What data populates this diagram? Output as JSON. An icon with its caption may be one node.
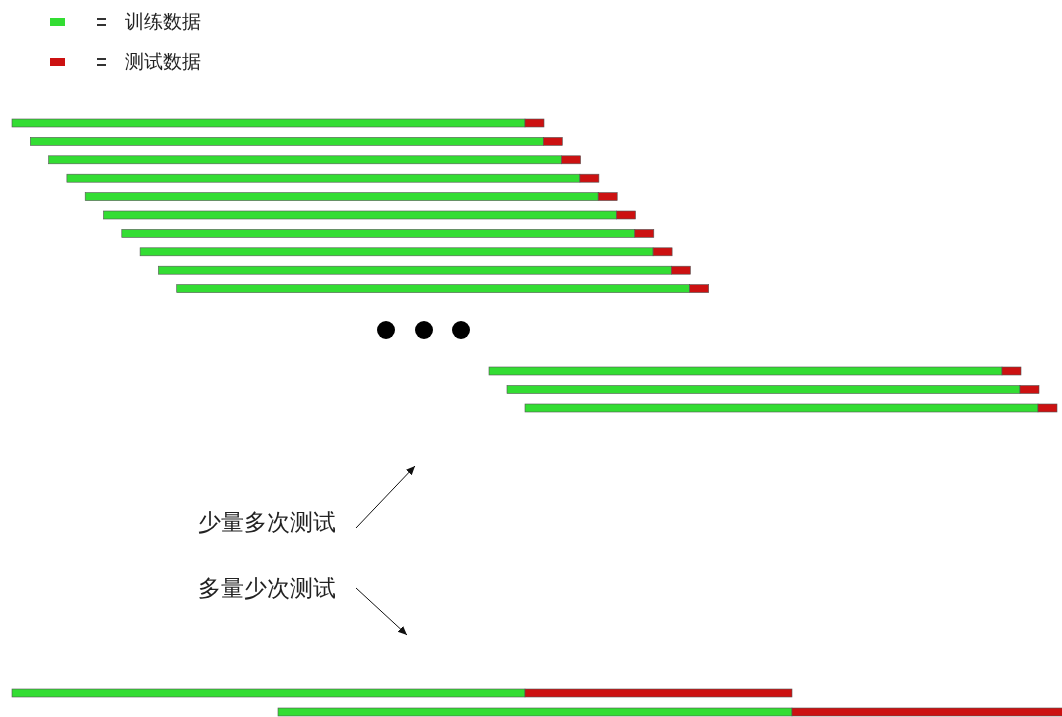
{
  "diagram": {
    "nodes": [
      {
        "text": [
          "少量多次测试"
        ]
      },
      {
        "text": [
          "多量少次测试"
        ]
      }
    ],
    "edges": [
      {
        "from": 0,
        "to": null,
        "arrow": "to"
      },
      {
        "from": 1,
        "to": null,
        "arrow": "to"
      }
    ],
    "legend": [
      {
        "text": "训练数据",
        "color": "#33dd33"
      },
      {
        "text": "测试数据",
        "color": "#cc1111"
      }
    ]
  }
}
